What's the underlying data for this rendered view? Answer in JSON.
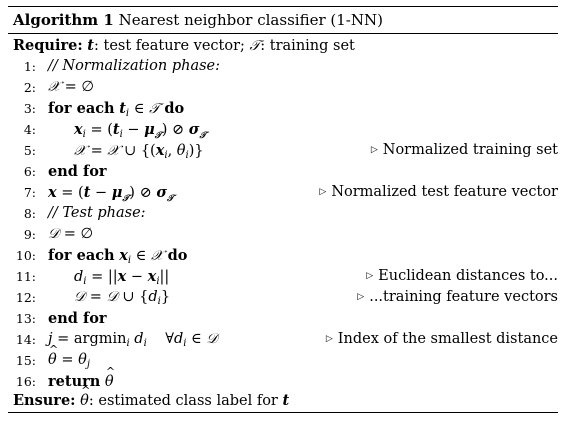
{
  "algorithm": {
    "label": "Algorithm 1",
    "title": "Nearest neighbor classifier (1-NN)",
    "require": {
      "keyword": "Require:",
      "text_t": "t",
      "text_a": ": test feature vector;",
      "text_T": "𝒯",
      "text_b": ": training set"
    },
    "ensure": {
      "keyword": "Ensure:",
      "theta": "θ",
      "text_a": ": estimated class label for",
      "text_t": "t"
    },
    "keywords": {
      "for_each": "for each",
      "do": "do",
      "end_for": "end for",
      "return": "return"
    },
    "lines": [
      {
        "num": "1:",
        "comment_inline": "// Normalization phase:"
      },
      {
        "num": "2:"
      },
      {
        "num": "3:"
      },
      {
        "num": "4:"
      },
      {
        "num": "5:",
        "comment": "Normalized training set"
      },
      {
        "num": "6:"
      },
      {
        "num": "7:",
        "comment": "Normalized test feature vector"
      },
      {
        "num": "8:",
        "comment_inline": "// Test phase:"
      },
      {
        "num": "9:"
      },
      {
        "num": "10:"
      },
      {
        "num": "11:",
        "comment": "Euclidean distances to..."
      },
      {
        "num": "12:",
        "comment": "...training feature vectors"
      },
      {
        "num": "13:"
      },
      {
        "num": "14:",
        "comment": "Index of the smallest distance"
      },
      {
        "num": "15:"
      },
      {
        "num": "16:"
      }
    ]
  }
}
